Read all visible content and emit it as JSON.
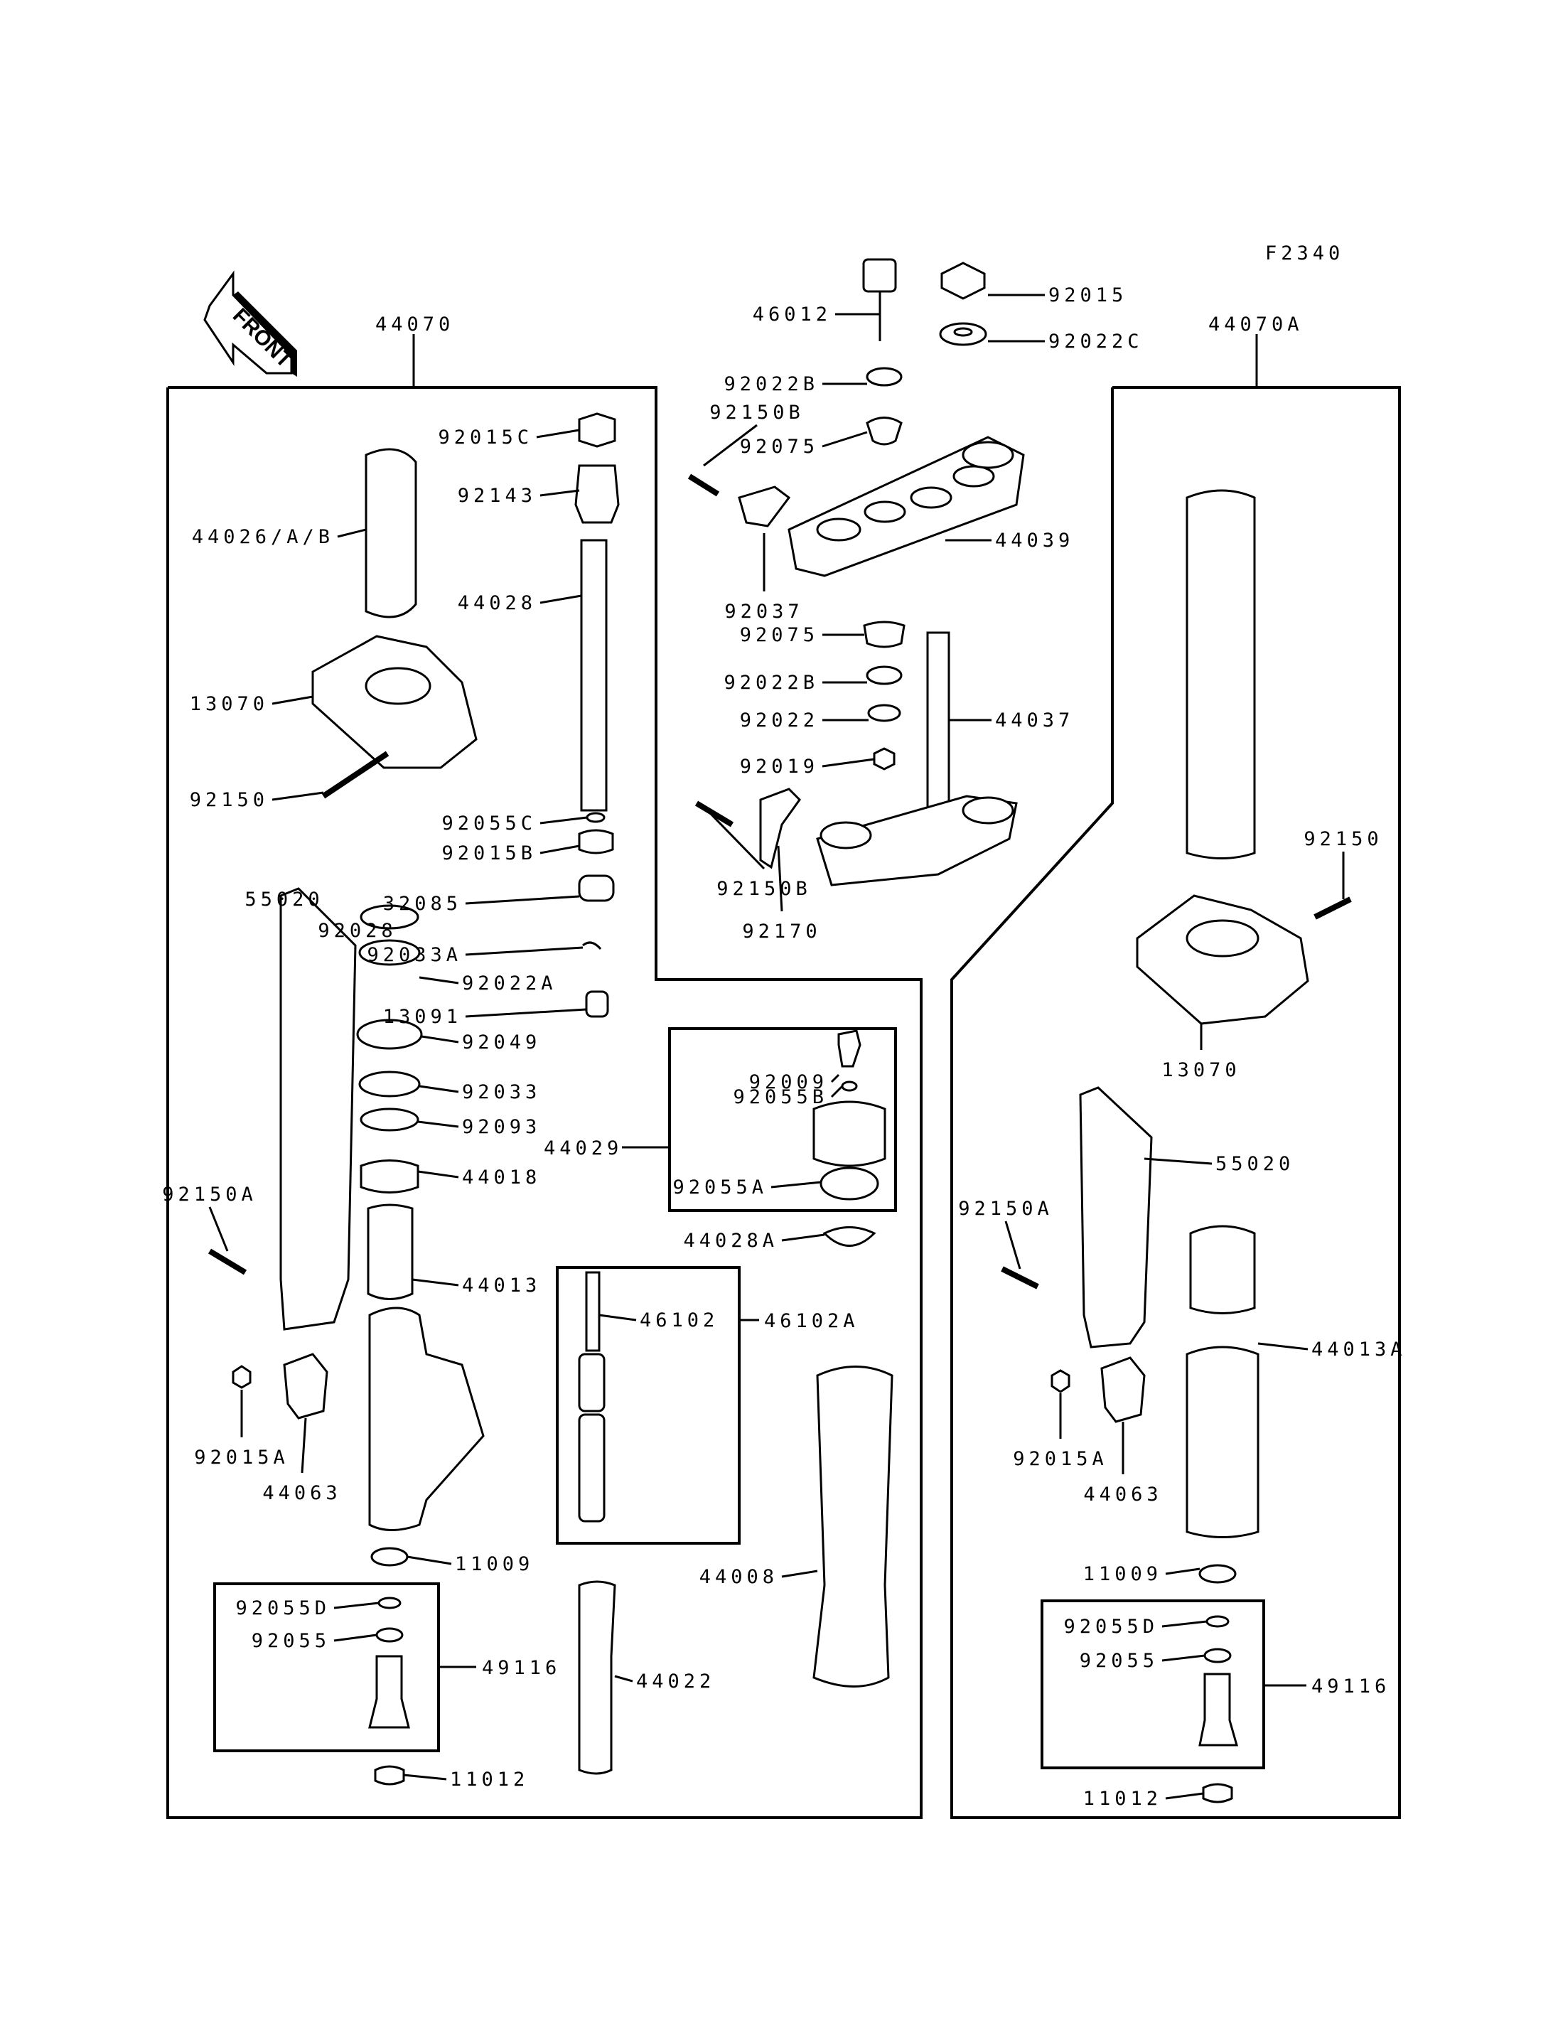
{
  "figure_code": "F2340",
  "front_arrow": "FRONT",
  "assemblies": {
    "left_fork": "44070",
    "right_fork": "44070A",
    "cap_assy": "44029",
    "rod_assy": "46102A",
    "valve_assy_left": "49116",
    "valve_assy_right": "49116"
  },
  "labels": [
    {
      "id": "46012",
      "text": "46012"
    },
    {
      "id": "92015-top",
      "text": "92015"
    },
    {
      "id": "92022C",
      "text": "92022C"
    },
    {
      "id": "92022B-top",
      "text": "92022B"
    },
    {
      "id": "92150B-top",
      "text": "92150B"
    },
    {
      "id": "92075-top",
      "text": "92075"
    },
    {
      "id": "44039",
      "text": "44039"
    },
    {
      "id": "92037",
      "text": "92037"
    },
    {
      "id": "92075-mid",
      "text": "92075"
    },
    {
      "id": "92022B-mid",
      "text": "92022B"
    },
    {
      "id": "92022",
      "text": "92022"
    },
    {
      "id": "44037",
      "text": "44037"
    },
    {
      "id": "92019",
      "text": "92019"
    },
    {
      "id": "92150B-mid",
      "text": "92150B"
    },
    {
      "id": "92170",
      "text": "92170"
    },
    {
      "id": "92015C",
      "text": "92015C"
    },
    {
      "id": "92143",
      "text": "92143"
    },
    {
      "id": "44026AB",
      "text": "44026/A/B"
    },
    {
      "id": "44028",
      "text": "44028"
    },
    {
      "id": "13070-left",
      "text": "13070"
    },
    {
      "id": "92150-left",
      "text": "92150"
    },
    {
      "id": "92055C",
      "text": "92055C"
    },
    {
      "id": "92015B",
      "text": "92015B"
    },
    {
      "id": "32085",
      "text": "32085"
    },
    {
      "id": "55020-left",
      "text": "55020"
    },
    {
      "id": "92028",
      "text": "92028"
    },
    {
      "id": "92033A",
      "text": "92033A"
    },
    {
      "id": "92022A",
      "text": "92022A"
    },
    {
      "id": "13091",
      "text": "13091"
    },
    {
      "id": "92049",
      "text": "92049"
    },
    {
      "id": "92033",
      "text": "92033"
    },
    {
      "id": "92093",
      "text": "92093"
    },
    {
      "id": "44018",
      "text": "44018"
    },
    {
      "id": "92150A-left",
      "text": "92150A"
    },
    {
      "id": "44013",
      "text": "44013"
    },
    {
      "id": "92015A-left",
      "text": "92015A"
    },
    {
      "id": "44063-left",
      "text": "44063"
    },
    {
      "id": "11009-left",
      "text": "11009"
    },
    {
      "id": "92055D-left",
      "text": "92055D"
    },
    {
      "id": "92055-left",
      "text": "92055"
    },
    {
      "id": "11012-left",
      "text": "11012"
    },
    {
      "id": "92009",
      "text": "92009"
    },
    {
      "id": "92055B",
      "text": "92055B"
    },
    {
      "id": "92055A",
      "text": "92055A"
    },
    {
      "id": "44028A",
      "text": "44028A"
    },
    {
      "id": "46102",
      "text": "46102"
    },
    {
      "id": "44008",
      "text": "44008"
    },
    {
      "id": "44022",
      "text": "44022"
    },
    {
      "id": "92150-right",
      "text": "92150"
    },
    {
      "id": "13070-right",
      "text": "13070"
    },
    {
      "id": "55020-right",
      "text": "55020"
    },
    {
      "id": "92150A-right",
      "text": "92150A"
    },
    {
      "id": "44013A",
      "text": "44013A"
    },
    {
      "id": "92015A-right",
      "text": "92015A"
    },
    {
      "id": "44063-right",
      "text": "44063"
    },
    {
      "id": "11009-right",
      "text": "11009"
    },
    {
      "id": "92055D-right",
      "text": "92055D"
    },
    {
      "id": "92055-right",
      "text": "92055"
    },
    {
      "id": "11012-right",
      "text": "11012"
    }
  ]
}
